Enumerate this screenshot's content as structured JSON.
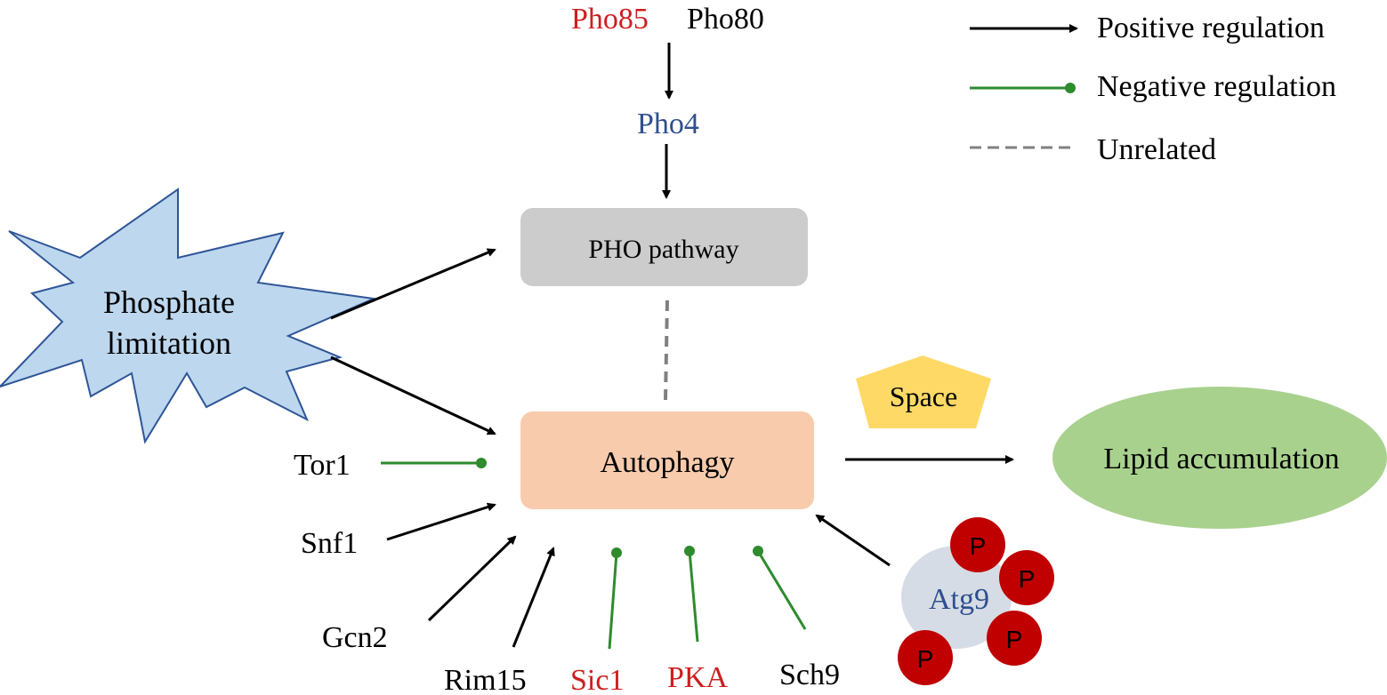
{
  "legend": {
    "positive": "Positive regulation",
    "negative": "Negative regulation",
    "unrelated": "Unrelated"
  },
  "nodes": {
    "pho85": "Pho85",
    "pho80": "Pho80",
    "pho4": "Pho4",
    "pho_pathway": "PHO pathway",
    "phosphate_line1": "Phosphate",
    "phosphate_line2": "limitation",
    "autophagy": "Autophagy",
    "space": "Space",
    "lipid": "Lipid accumulation",
    "tor1": "Tor1",
    "snf1": "Snf1",
    "gcn2": "Gcn2",
    "rim15": "Rim15",
    "sic1": "Sic1",
    "pka": "PKA",
    "sch9": "Sch9",
    "atg9": "Atg9",
    "phospho": [
      "P",
      "P",
      "P",
      "P"
    ]
  },
  "colors": {
    "positive": "#000000",
    "negative": "#2e8b2e",
    "unrelated": "#808080",
    "red_text": "#cc1f1f",
    "blue_text": "#2f4f8f",
    "pho_box": "#cccccc",
    "autophagy_box": "#f8cbad",
    "burst": "#bdd7ee",
    "space": "#ffd966",
    "lipid": "#a9d18e",
    "atg9_blob": "#d6dce5",
    "phospho_ball": "#c00000"
  }
}
